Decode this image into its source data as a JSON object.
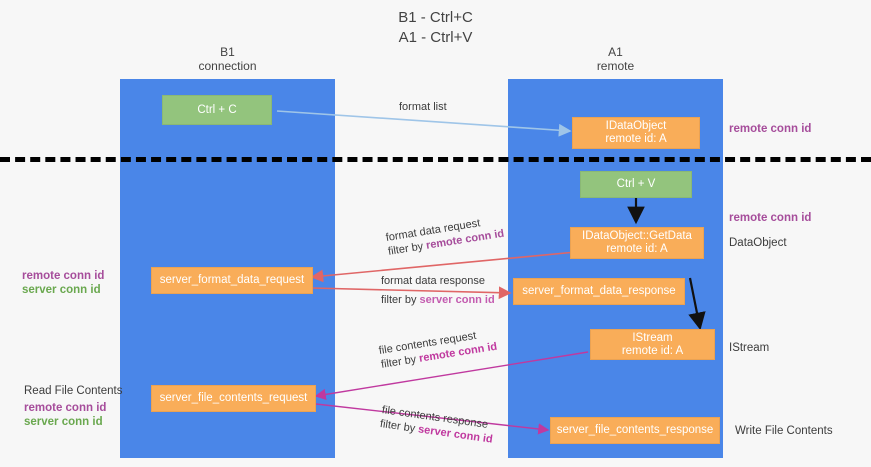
{
  "title": {
    "line1": "B1 - Ctrl+C",
    "line2": "A1 - Ctrl+V"
  },
  "lanes": [
    {
      "id": "b1",
      "name": "B1",
      "role": "connection",
      "color": "#4a86e8"
    },
    {
      "id": "a1",
      "name": "A1",
      "role": "remote",
      "color": "#4a86e8"
    }
  ],
  "nodes": [
    {
      "id": "ctrl-c",
      "line1": "Ctrl + C",
      "line2": "",
      "color": "#93c47d"
    },
    {
      "id": "idataobject",
      "line1": "IDataObject",
      "line2": "remote id: A",
      "color": "#f9ad59"
    },
    {
      "id": "ctrl-v",
      "line1": "Ctrl + V",
      "line2": "",
      "color": "#93c47d"
    },
    {
      "id": "getdata",
      "line1": "IDataObject::GetData",
      "line2": "remote id: A",
      "color": "#f9ad59"
    },
    {
      "id": "fmt-req",
      "line1": "server_format_data_request",
      "line2": "",
      "color": "#f9ad59"
    },
    {
      "id": "fmt-resp",
      "line1": "server_format_data_response",
      "line2": "",
      "color": "#f9ad59"
    },
    {
      "id": "istream",
      "line1": "IStream",
      "line2": "remote id: A",
      "color": "#f9ad59"
    },
    {
      "id": "file-req",
      "line1": "server_file_contents_request",
      "line2": "",
      "color": "#f9ad59"
    },
    {
      "id": "file-resp",
      "line1": "server_file_contents_response",
      "line2": "",
      "color": "#f9ad59"
    }
  ],
  "edge_labels": [
    {
      "id": "format-list",
      "line1": "format list",
      "line2_prefix": "",
      "line2_key": ""
    },
    {
      "id": "fmt-data-req",
      "line1": "format data request",
      "line2_prefix": "filter by ",
      "line2_key": "remote conn id"
    },
    {
      "id": "fmt-data-resp",
      "line1": "format data response",
      "line2_prefix": "filter by ",
      "line2_key": "server conn id"
    },
    {
      "id": "file-contents-req",
      "line1": "file contents request",
      "line2_prefix": "filter by ",
      "line2_key": "remote conn id"
    },
    {
      "id": "file-contents-resp",
      "line1": "file contents response",
      "line2_prefix": "filter by ",
      "line2_key": "server conn id"
    }
  ],
  "annotations": {
    "right_remote_conn_top": "remote conn id",
    "right_remote_conn_mid": "remote conn id",
    "right_dataobject": "DataObject",
    "right_istream": "IStream",
    "right_write_file": "Write File Contents",
    "left_mid_remote": "remote conn id",
    "left_mid_server": "server conn id",
    "left_read_file": "Read File Contents",
    "left_bottom_remote": "remote conn id",
    "left_bottom_server": "server conn id"
  },
  "colors": {
    "lane": "#4a86e8",
    "node_green": "#93c47d",
    "node_orange": "#f9ad59",
    "key_purple": "#a64d9b",
    "key_green": "#6aa84f",
    "arrow_blue": "#9fc5e8",
    "arrow_red": "#e06666",
    "arrow_magenta": "#c0399f",
    "arrow_black": "#000000",
    "separator": "#000000",
    "background": "#f7f7f7"
  }
}
